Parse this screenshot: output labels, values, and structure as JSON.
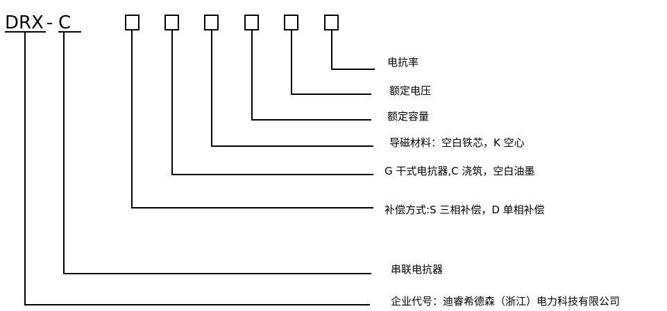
{
  "code": {
    "prefix": "DRX",
    "dash": "-",
    "suffix": "C"
  },
  "placeholder_count": 6,
  "labels": [
    "电抗率",
    "额定电压",
    "额定容量",
    "导磁材料：空白铁芯，K 空心",
    "G 干式电抗器,C 浇筑，空白油墨",
    "补偿方式:S 三相补偿，D 单相补偿",
    "串联电抗器",
    "企业代号：迪睿希德森（浙江）电力科技有限公司"
  ],
  "colors": {
    "line": "#000000",
    "text": "#000000"
  }
}
